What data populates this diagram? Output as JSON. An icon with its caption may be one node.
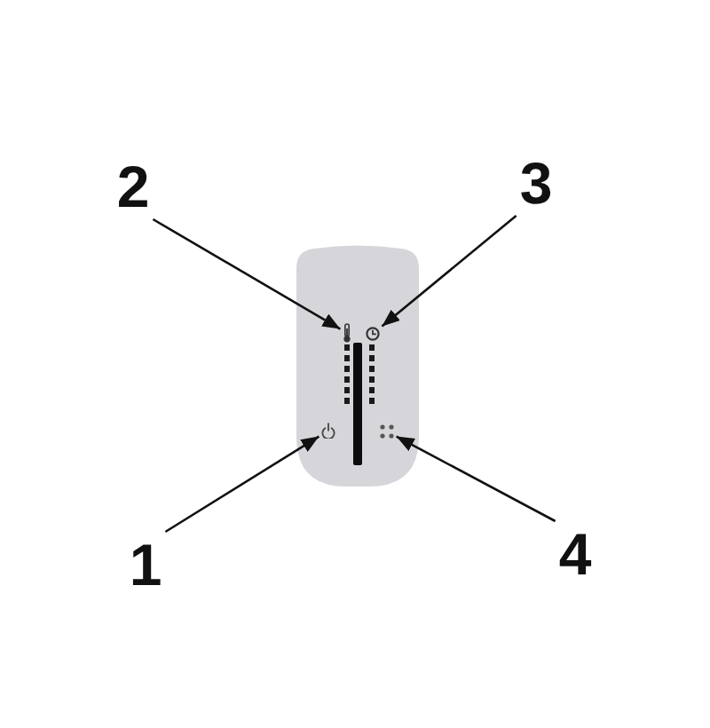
{
  "diagram": {
    "nodes": [
      {
        "text": [
          "2"
        ]
      },
      {
        "text": [
          "3"
        ]
      },
      {
        "text": [],
        "shape": "thermometer"
      },
      {
        "text": [],
        "shape": "clock"
      },
      {
        "text": [],
        "shape": "power"
      },
      {
        "text": [],
        "shape": "dots"
      },
      {
        "text": [
          "1"
        ]
      },
      {
        "text": [
          "4"
        ]
      }
    ],
    "edges": [
      {
        "from": 0,
        "to": 2,
        "arrow": "to"
      },
      {
        "from": 1,
        "to": 3,
        "arrow": "to"
      },
      {
        "from": 6,
        "to": 4,
        "arrow": "to"
      },
      {
        "from": 7,
        "to": 5,
        "arrow": "to"
      }
    ]
  }
}
